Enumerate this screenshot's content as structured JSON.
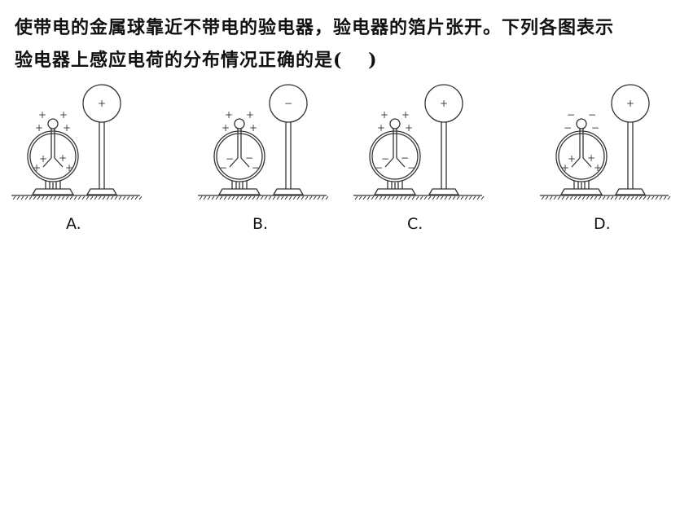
{
  "question": {
    "line1": "使带电的金属球靠近不带电的验电器，验电器的箔片张开。下列各图表示",
    "line2": "验电器上感应电荷的分布情况正确的是(　 )"
  },
  "options": [
    {
      "label": "A.",
      "sphere_charge": "+",
      "knob_charge": "+",
      "leaf_charge": "+"
    },
    {
      "label": "B.",
      "sphere_charge": "−",
      "knob_charge": "+",
      "leaf_charge": "−"
    },
    {
      "label": "C.",
      "sphere_charge": "+",
      "knob_charge": "+",
      "leaf_charge": "−"
    },
    {
      "label": "D.",
      "sphere_charge": "+",
      "knob_charge": "−",
      "leaf_charge": "+"
    }
  ]
}
